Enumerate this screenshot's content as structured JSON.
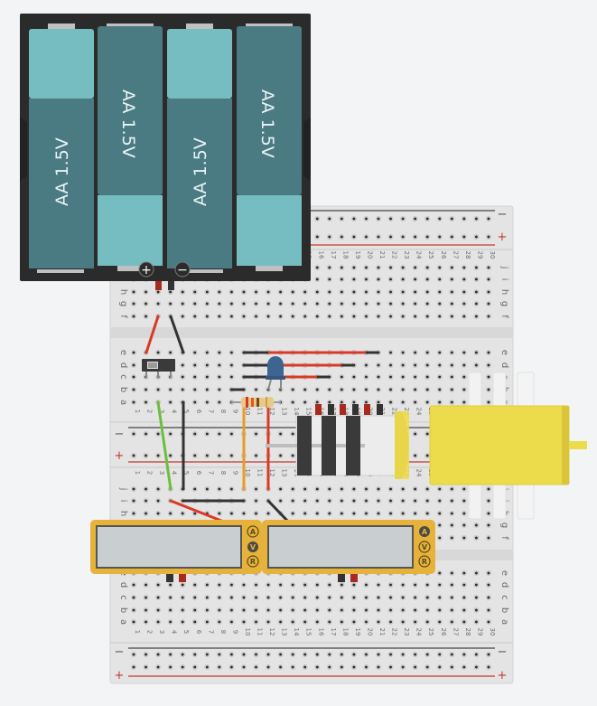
{
  "app": {
    "title": "Breadboard circuit simulator"
  },
  "battery_pack": {
    "cells": [
      {
        "label": "AA 1.5V",
        "orientation": "up"
      },
      {
        "label": "AA 1.5V",
        "orientation": "down"
      },
      {
        "label": "AA 1.5V",
        "orientation": "up"
      },
      {
        "label": "AA 1.5V",
        "orientation": "down"
      }
    ],
    "positive_terminal": "+",
    "negative_terminal": "−"
  },
  "breadboard": {
    "columns": 30,
    "column_labels": [
      "1",
      "2",
      "3",
      "4",
      "5",
      "6",
      "7",
      "8",
      "9",
      "10",
      "11",
      "12",
      "13",
      "14",
      "15",
      "16",
      "17",
      "18",
      "19",
      "20",
      "21",
      "22",
      "23",
      "24",
      "25",
      "26",
      "27",
      "28",
      "29",
      "30"
    ],
    "upper_rows": [
      "j",
      "i",
      "h",
      "g",
      "f"
    ],
    "lower_rows": [
      "e",
      "d",
      "c",
      "b",
      "a"
    ],
    "rail_negative": "−",
    "rail_positive": "+"
  },
  "components": {
    "slide_switch": {
      "name": "Slide switch",
      "state": "left"
    },
    "led": {
      "name": "LED",
      "color": "#3d6590"
    },
    "resistor": {
      "name": "Resistor",
      "bands": [
        "#d43a1e",
        "#e05a1e",
        "#7a4a1e",
        "#c9a24a"
      ]
    },
    "dc_motor": {
      "name": "DC motor",
      "color": "#ecdc4c"
    },
    "multimeter_left": {
      "modes": [
        "A",
        "V",
        "R"
      ],
      "active_mode": "V",
      "display": ""
    },
    "multimeter_right": {
      "modes": [
        "A",
        "V",
        "R"
      ],
      "active_mode": "A",
      "display": ""
    }
  },
  "colors": {
    "battery_dark": "#4a7a82",
    "battery_light": "#76bdc2",
    "holder": "#2b2b2b",
    "breadboard": "#e6e6e6",
    "rail_red": "#c0392b",
    "wire_red": "#d93a26",
    "wire_black": "#333333",
    "wire_green": "#6cbf3a",
    "wire_orange": "#e89a2a",
    "meter_body": "#e6b23a",
    "meter_screen": "#c9ced1"
  }
}
